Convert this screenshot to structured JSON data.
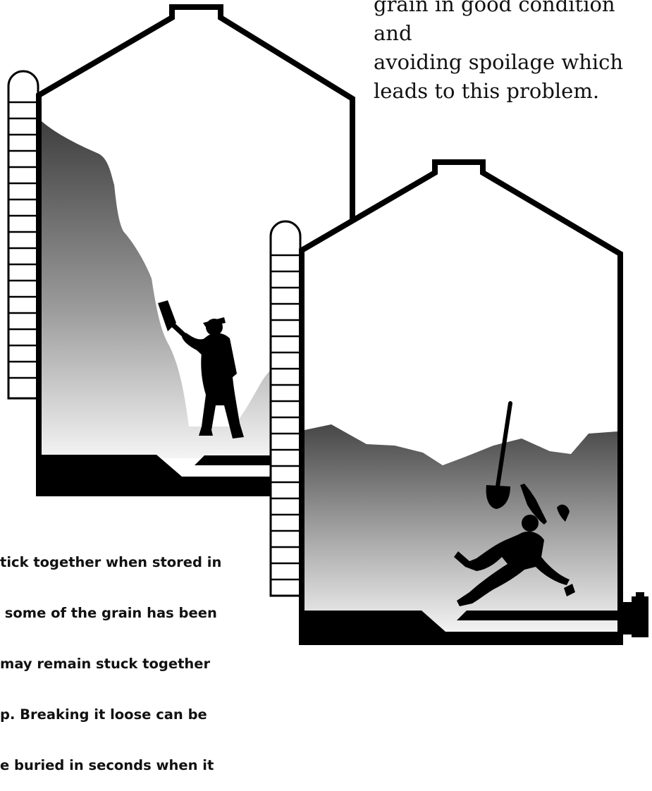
{
  "caption_top": {
    "lines": [
      "grain in good condition and",
      "avoiding spoilage which",
      "leads to this problem."
    ]
  },
  "caption_bottom": {
    "lines": [
      "tick together when stored in",
      " some of the grain has been",
      "may remain stuck together",
      "p. Breaking it loose can be",
      "e buried in seconds when it"
    ]
  },
  "colors": {
    "ink": "#000000",
    "grain_dark": "#4a4a4a",
    "grain_light": "#f2f2f2",
    "background": "#ffffff"
  },
  "icons": {
    "left_figure": "worker-with-shovel-icon",
    "right_figure": "falling-worker-icon"
  }
}
